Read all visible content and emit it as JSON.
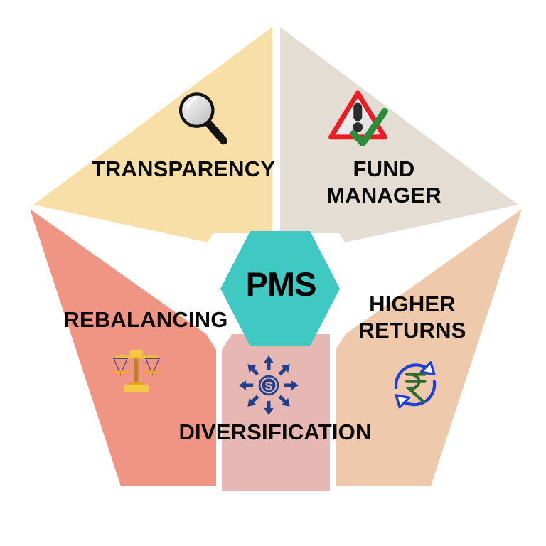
{
  "diagram": {
    "title": "PMS",
    "type": "pentagon-segments",
    "center": {
      "label": "PMS",
      "shape": "hexagon",
      "fill_color": "#3FC9C2",
      "text_color": "#000000"
    },
    "background_color": "#FFFFFF",
    "gap_color": "#FFFFFF",
    "segments": [
      {
        "id": "transparency",
        "label": "TRANSPARENCY",
        "fill_color": "#F7DFA7",
        "icon": "magnifying-glass-icon",
        "position": "top-left",
        "icon_colors": {
          "lens": "#C9C9C9",
          "rim": "#1A1A1A",
          "handle": "#1A1A1A"
        }
      },
      {
        "id": "fund-manager",
        "label": "FUND\nMANAGER",
        "fill_color": "#E3DDD3",
        "icon": "warning-triangle-check-icon",
        "position": "top-right",
        "icon_colors": {
          "triangle": "#ED1C24",
          "exclamation": "#2B2B2B",
          "check": "#2E8B3C"
        }
      },
      {
        "id": "higher-returns",
        "label": "HIGHER\nRETURNS",
        "fill_color": "#EFC9AC",
        "icon": "rupee-refresh-icon",
        "position": "right",
        "icon_colors": {
          "arrows": "#1E3FD8",
          "rupee": "#2F6B2F"
        }
      },
      {
        "id": "diversification",
        "label": "DIVERSIFICATION",
        "fill_color": "#E6B7B3",
        "icon": "radiating-arrows-dollar-icon",
        "position": "bottom",
        "icon_colors": {
          "arrows": "#21418C",
          "coin": "#21418C"
        }
      },
      {
        "id": "rebalancing",
        "label": "REBALANCING",
        "fill_color": "#F09484",
        "icon": "balance-scale-icon",
        "position": "left",
        "icon_colors": {
          "beam": "#F6C944",
          "pans": "#F5A623",
          "base": "#F2C13C",
          "post": "#B9851F"
        }
      }
    ]
  }
}
